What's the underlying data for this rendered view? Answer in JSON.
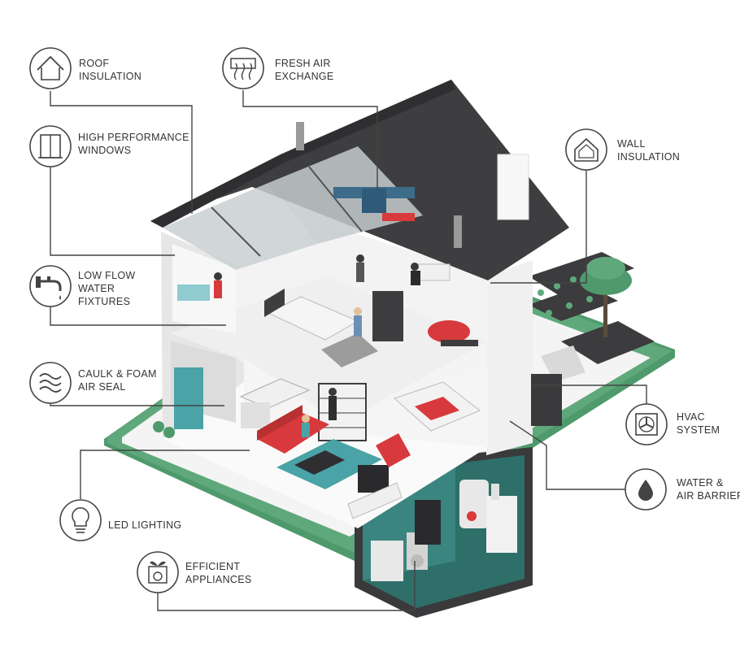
{
  "colors": {
    "roof": "#3f3e40",
    "lawn": "#5aa277",
    "accent_red": "#d8393c",
    "teal": "#4aa3a6",
    "callout_line": "#444444",
    "wall": "#ececec"
  },
  "callouts": [
    {
      "id": "roof-insulation",
      "icon": "house-roof-icon",
      "lines": [
        "ROOF",
        "INSULATION"
      ]
    },
    {
      "id": "fresh-air-exchange",
      "icon": "air-vent-icon",
      "lines": [
        "FRESH AIR",
        "EXCHANGE"
      ]
    },
    {
      "id": "high-performance-windows",
      "icon": "window-icon",
      "lines": [
        "HIGH PERFORMANCE",
        "WINDOWS"
      ]
    },
    {
      "id": "wall-insulation",
      "icon": "house-wall-icon",
      "lines": [
        "WALL",
        "INSULATION"
      ]
    },
    {
      "id": "low-flow-water-fixtures",
      "icon": "faucet-icon",
      "lines": [
        "LOW FLOW",
        "WATER",
        "FIXTURES"
      ]
    },
    {
      "id": "caulk-foam-air-seal",
      "icon": "air-waves-icon",
      "lines": [
        "CAULK & FOAM",
        "AIR SEAL"
      ]
    },
    {
      "id": "hvac-system",
      "icon": "fan-icon",
      "lines": [
        "HVAC",
        "SYSTEM"
      ]
    },
    {
      "id": "water-air-barrier",
      "icon": "water-drop-icon",
      "lines": [
        "WATER &",
        "AIR BARRIER"
      ]
    },
    {
      "id": "led-lighting",
      "icon": "light-bulb-icon",
      "lines": [
        "LED LIGHTING"
      ]
    },
    {
      "id": "efficient-appliances",
      "icon": "washing-machine-icon",
      "lines": [
        "EFFICIENT",
        "APPLIANCES"
      ]
    }
  ]
}
